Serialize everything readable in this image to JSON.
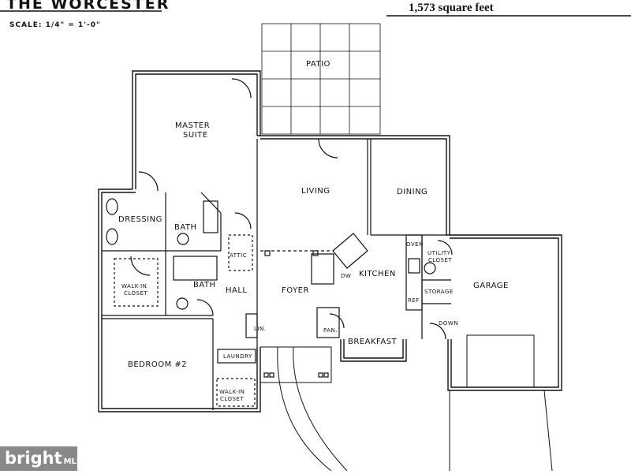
{
  "title": "THE WORCESTER",
  "square_feet": "1,573 square feet",
  "scale": "SCALE: 1/4\" = 1'-0\"",
  "rooms": {
    "patio": "PATIO",
    "master_line1": "MASTER",
    "master_line2": "SUITE",
    "living": "LIVING",
    "dining": "DINING",
    "dressing": "DRESSING",
    "bath_master": "BATH",
    "attic": "ATTIC",
    "bath2": "BATH",
    "hall": "HALL",
    "foyer": "FOYER",
    "kitchen": "KITCHEN",
    "dw": "DW",
    "oven": "OVEN",
    "ref": "REF",
    "utility_line1": "UTILITY",
    "utility_line2": "CLOSET",
    "storage": "STORAGE",
    "garage": "GARAGE",
    "down": "DOWN",
    "walkin1_line1": "WALK-IN",
    "walkin1_line2": "CLOSET",
    "lin": "LIN.",
    "pan": "PAN.",
    "breakfast": "BREAKFAST",
    "laundry": "LAUNDRY",
    "bedroom2": "BEDROOM #2",
    "walkin2_line1": "WALK-IN",
    "walkin2_line2": "CLOSET"
  },
  "watermark": {
    "brand": "bright",
    "suffix": "MLS"
  },
  "colors": {
    "wall": "#111111",
    "background": "#ffffff"
  }
}
